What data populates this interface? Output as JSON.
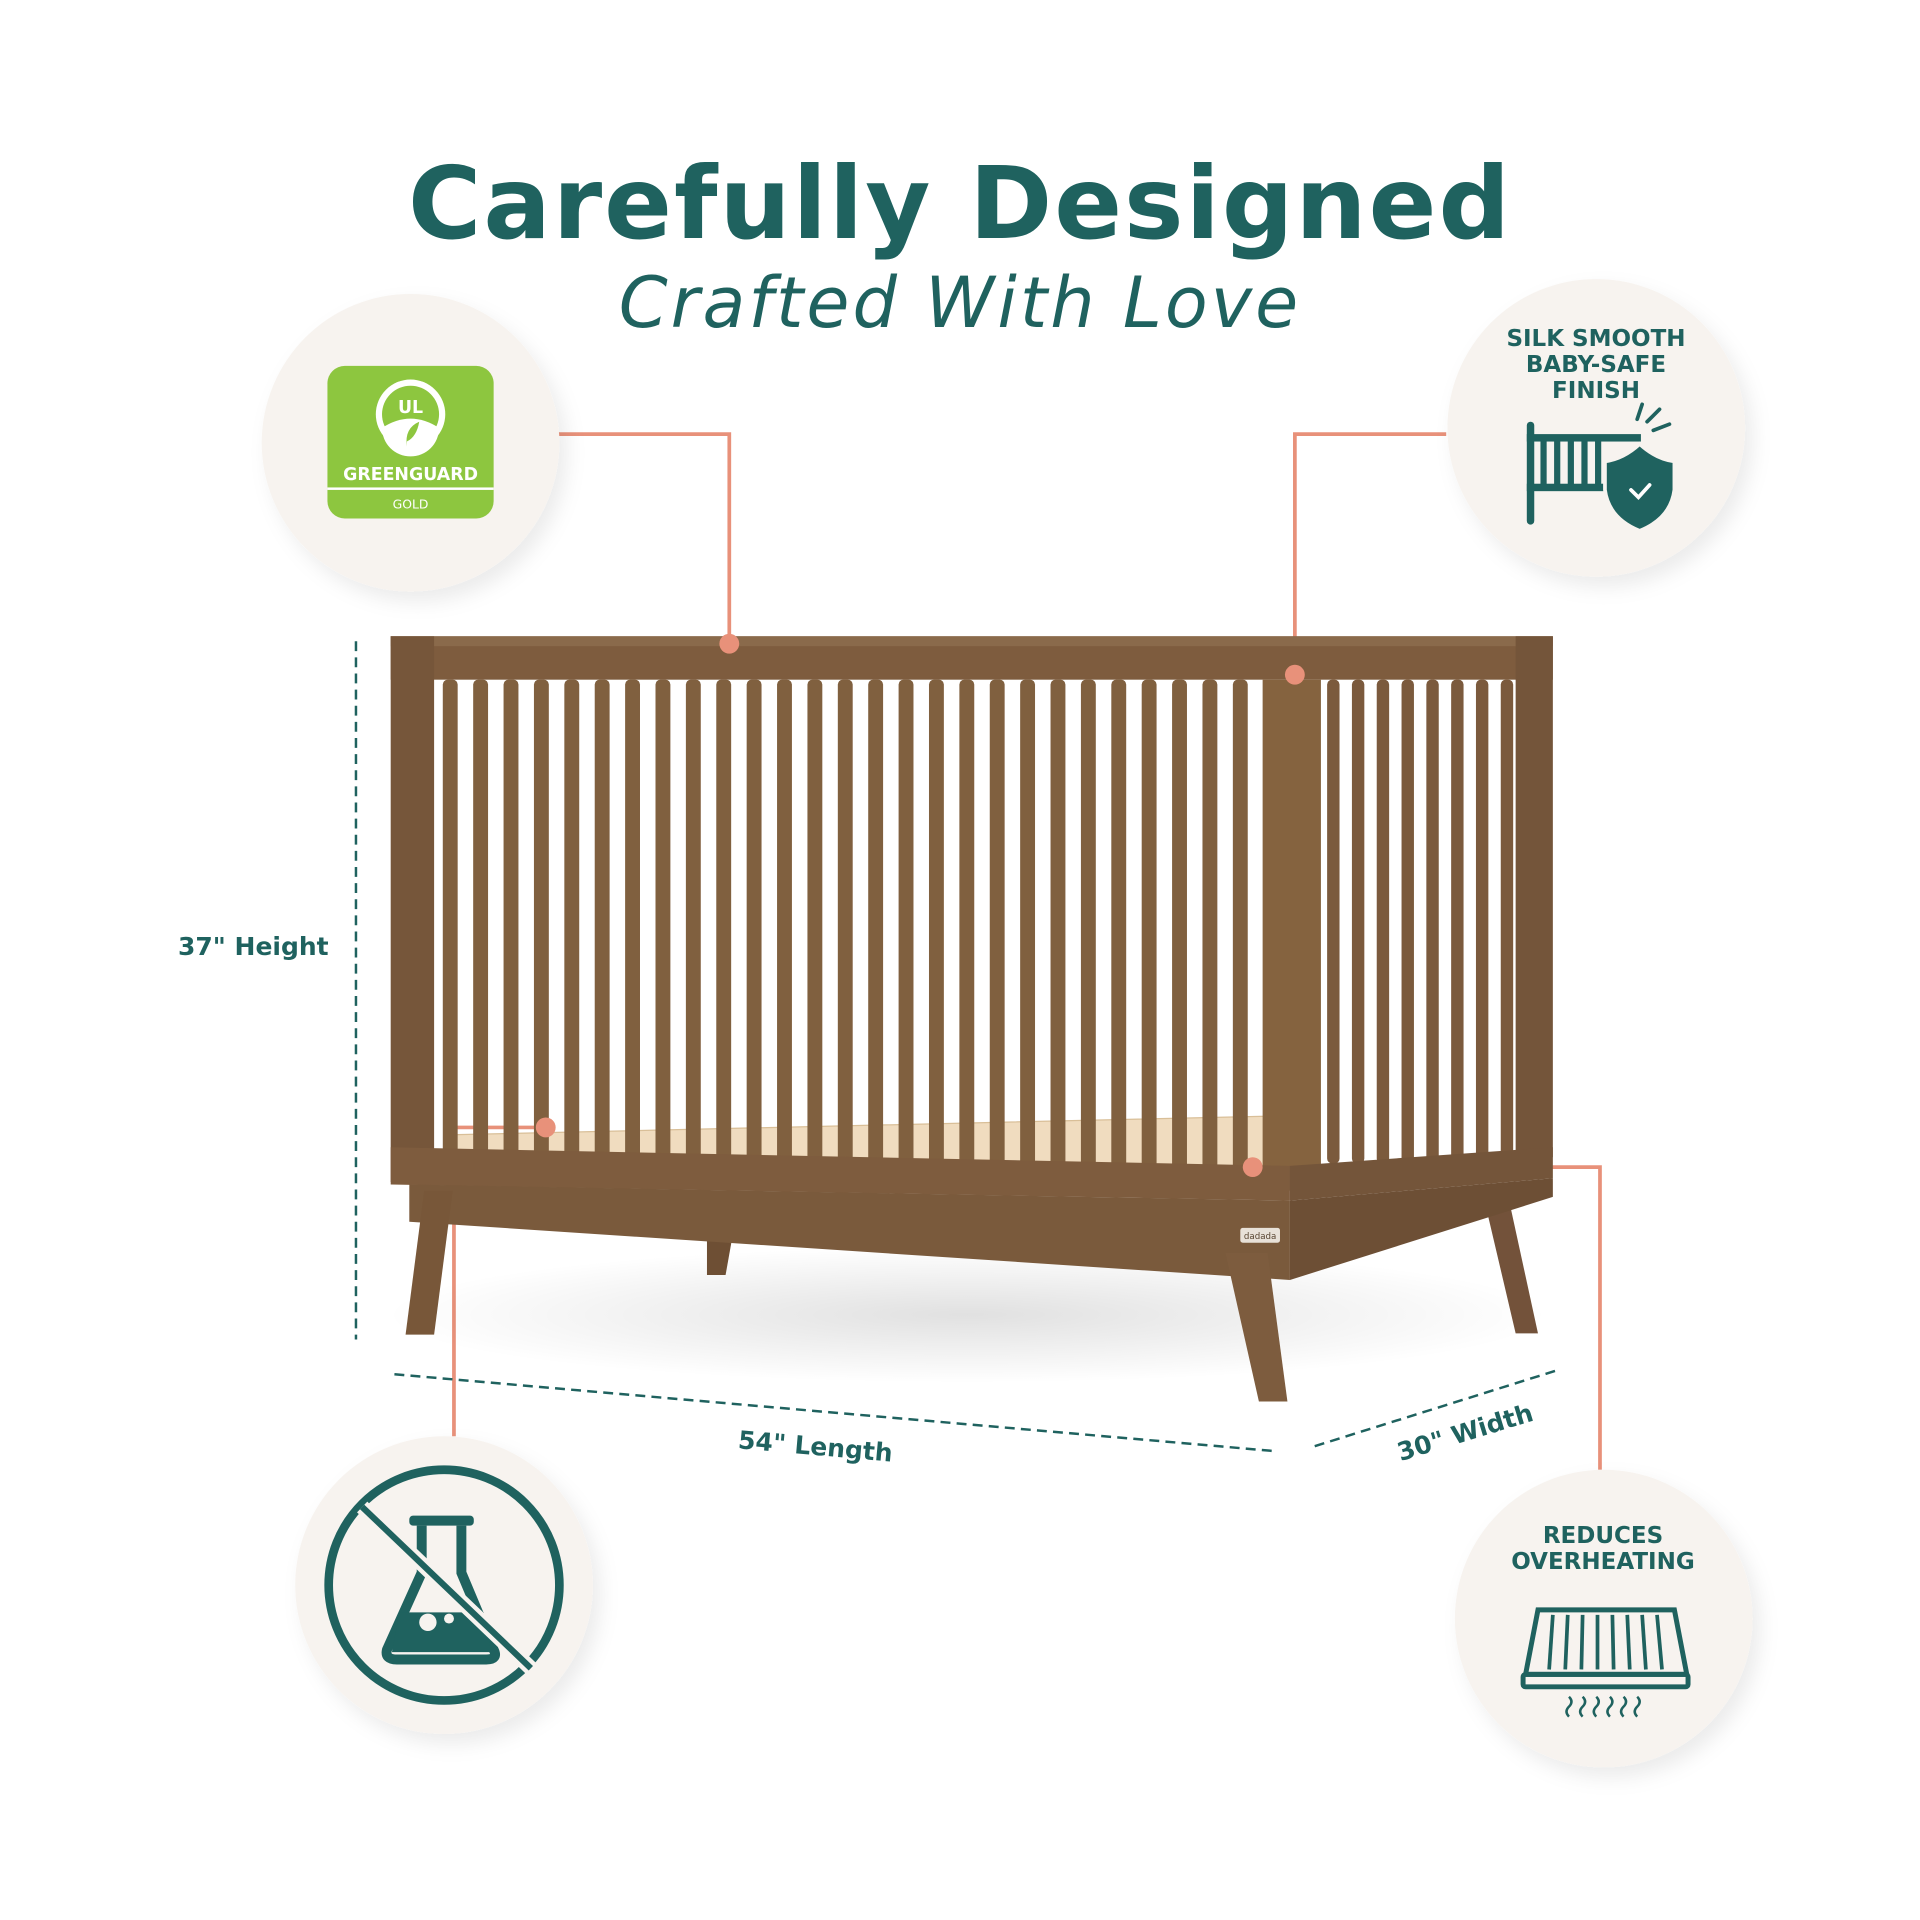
{
  "header": {
    "title": "Carefully Designed",
    "subtitle": "Crafted With Love"
  },
  "dimensions": {
    "height": "37\" Height",
    "length": "54\" Length",
    "width": "30\" Width"
  },
  "features": {
    "certification": {
      "brand": "UL",
      "name": "GREENGUARD",
      "level": "GOLD",
      "icon": "greenguard-gold-badge"
    },
    "finish": {
      "lines": [
        "SILK SMOOTH",
        "BABY-SAFE",
        "FINISH"
      ],
      "icon": "crib-shield-check-icon"
    },
    "non_toxic": {
      "icon": "no-chemicals-flask-icon"
    },
    "cooling": {
      "lines": [
        "REDUCES",
        "OVERHEATING"
      ],
      "icon": "mattress-heat-icon"
    }
  },
  "product": {
    "logo": "dadada"
  },
  "colors": {
    "teal": "#1f625f",
    "accent": "#e8917a",
    "wood": "#7b5a3d",
    "circle": "#f7f3ef",
    "green_badge": "#8dc63f"
  }
}
